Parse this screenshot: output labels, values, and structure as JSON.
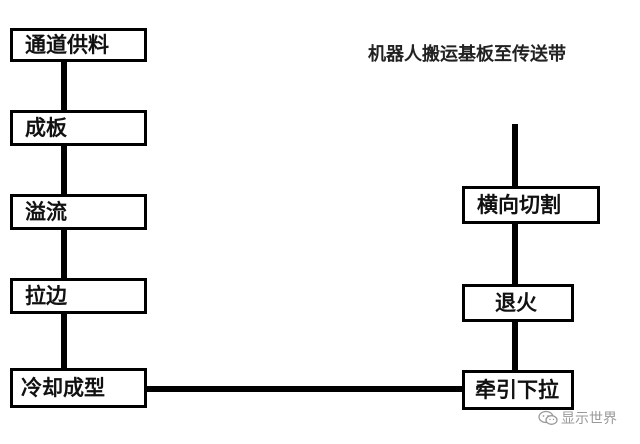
{
  "title": "机器人搬运基板至传送带",
  "steps": [
    {
      "label": "通道供料"
    },
    {
      "label": "成板"
    },
    {
      "label": "溢流"
    },
    {
      "label": "拉边"
    },
    {
      "label": "冷却成型"
    },
    {
      "label": "牵引下拉"
    },
    {
      "label": "退火"
    },
    {
      "label": "横向切割"
    }
  ],
  "watermark": {
    "icon": "wechat-icon",
    "text": "显示世界"
  },
  "colors": {
    "line": "#000000",
    "box_border": "#000000",
    "text": "#111111",
    "watermark": "#9a9a9a"
  }
}
